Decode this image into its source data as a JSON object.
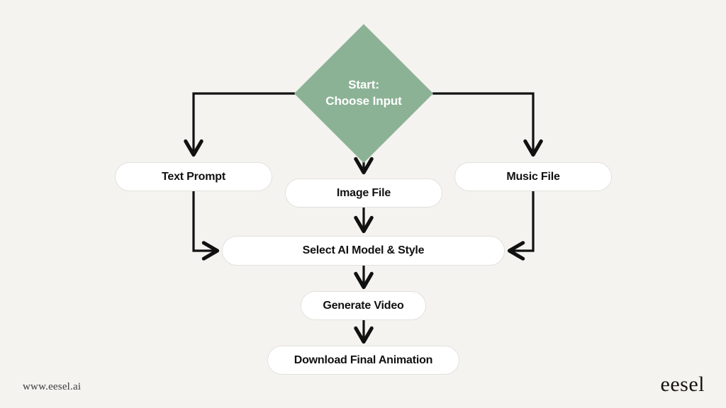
{
  "diagram": {
    "type": "flowchart",
    "orientation": "top-down",
    "background_color": "#f4f3f0",
    "accent_color": "#8cb295",
    "node_fill": "#ffffff",
    "node_border": "#e2e1de",
    "edge_color": "#111111",
    "start": {
      "shape": "diamond",
      "line1": "Start:",
      "line2": "Choose Input"
    },
    "nodes": [
      {
        "id": "text-prompt",
        "label": "Text Prompt"
      },
      {
        "id": "image-file",
        "label": "Image File"
      },
      {
        "id": "music-file",
        "label": "Music File"
      },
      {
        "id": "select-model",
        "label": "Select AI Model & Style"
      },
      {
        "id": "generate-video",
        "label": "Generate Video"
      },
      {
        "id": "download-animation",
        "label": "Download Final Animation"
      }
    ],
    "edges": [
      {
        "from": "start",
        "to": "text-prompt"
      },
      {
        "from": "start",
        "to": "image-file"
      },
      {
        "from": "start",
        "to": "music-file"
      },
      {
        "from": "text-prompt",
        "to": "select-model"
      },
      {
        "from": "image-file",
        "to": "select-model"
      },
      {
        "from": "music-file",
        "to": "select-model"
      },
      {
        "from": "select-model",
        "to": "generate-video"
      },
      {
        "from": "generate-video",
        "to": "download-animation"
      }
    ]
  },
  "footer": {
    "url": "www.eesel.ai",
    "brand": "eesel"
  }
}
